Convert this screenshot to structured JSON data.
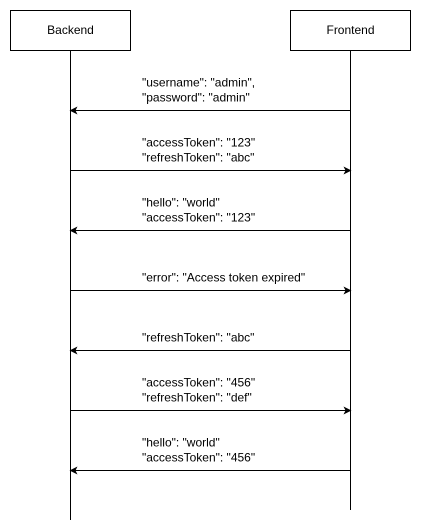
{
  "participants": {
    "backend": "Backend",
    "frontend": "Frontend"
  },
  "messages": [
    {
      "from": "frontend",
      "to": "backend",
      "lines": [
        "\"username\": \"admin\",",
        "\"password\": \"admin\""
      ]
    },
    {
      "from": "backend",
      "to": "frontend",
      "lines": [
        "\"accessToken\": \"123\"",
        "\"refreshToken\": \"abc\""
      ]
    },
    {
      "from": "frontend",
      "to": "backend",
      "lines": [
        "\"hello\": \"world\"",
        "\"accessToken\": \"123\""
      ]
    },
    {
      "from": "backend",
      "to": "frontend",
      "lines": [
        "\"error\": \"Access token expired\""
      ]
    },
    {
      "from": "frontend",
      "to": "backend",
      "lines": [
        "\"refreshToken\": \"abc\""
      ]
    },
    {
      "from": "backend",
      "to": "frontend",
      "lines": [
        "\"accessToken\": \"456\"",
        "\"refreshToken\": \"def\""
      ]
    },
    {
      "from": "frontend",
      "to": "backend",
      "lines": [
        "\"hello\": \"world\"",
        "\"accessToken\": \"456\""
      ]
    }
  ]
}
